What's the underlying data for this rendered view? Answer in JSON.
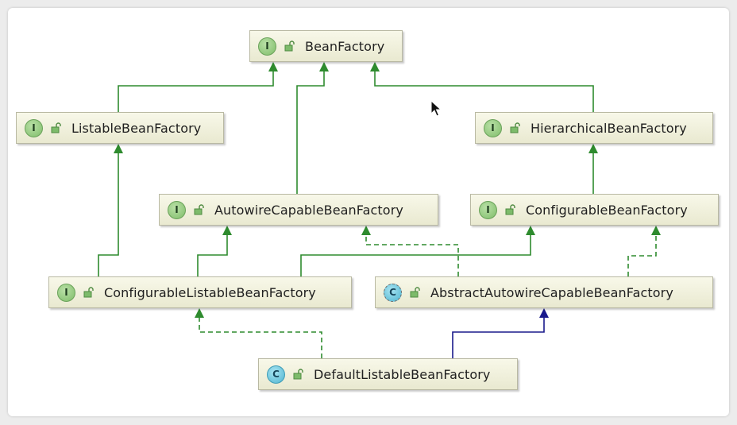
{
  "colors": {
    "extends": "#2e8b2e",
    "implements": "#2e8b2e",
    "class_extends": "#1a1a8c",
    "interface_badge": "#8cc77a",
    "class_badge": "#5bbdd6"
  },
  "nodes": [
    {
      "id": "bf",
      "label": "BeanFactory",
      "kind": "I",
      "kind_type": "interface"
    },
    {
      "id": "lbf",
      "label": "ListableBeanFactory",
      "kind": "I",
      "kind_type": "interface"
    },
    {
      "id": "hbf",
      "label": "HierarchicalBeanFactory",
      "kind": "I",
      "kind_type": "interface"
    },
    {
      "id": "acbf",
      "label": "AutowireCapableBeanFactory",
      "kind": "I",
      "kind_type": "interface"
    },
    {
      "id": "cbf",
      "label": "ConfigurableBeanFactory",
      "kind": "I",
      "kind_type": "interface"
    },
    {
      "id": "clbf",
      "label": "ConfigurableListableBeanFactory",
      "kind": "I",
      "kind_type": "interface"
    },
    {
      "id": "aacbf",
      "label": "AbstractAutowireCapableBeanFactory",
      "kind": "C",
      "kind_type": "abstract-class"
    },
    {
      "id": "dlbf",
      "label": "DefaultListableBeanFactory",
      "kind": "C",
      "kind_type": "class"
    }
  ],
  "edges": [
    {
      "from": "lbf",
      "to": "bf",
      "type": "extends"
    },
    {
      "from": "acbf",
      "to": "bf",
      "type": "extends"
    },
    {
      "from": "hbf",
      "to": "bf",
      "type": "extends"
    },
    {
      "from": "clbf",
      "to": "lbf",
      "type": "extends"
    },
    {
      "from": "cbf",
      "to": "hbf",
      "type": "extends"
    },
    {
      "from": "clbf",
      "to": "acbf",
      "type": "extends"
    },
    {
      "from": "clbf",
      "to": "cbf",
      "type": "extends"
    },
    {
      "from": "aacbf",
      "to": "acbf",
      "type": "implements"
    },
    {
      "from": "aacbf",
      "to": "cbf",
      "type": "implements"
    },
    {
      "from": "dlbf",
      "to": "clbf",
      "type": "implements"
    },
    {
      "from": "dlbf",
      "to": "aacbf",
      "type": "class-extends"
    }
  ]
}
